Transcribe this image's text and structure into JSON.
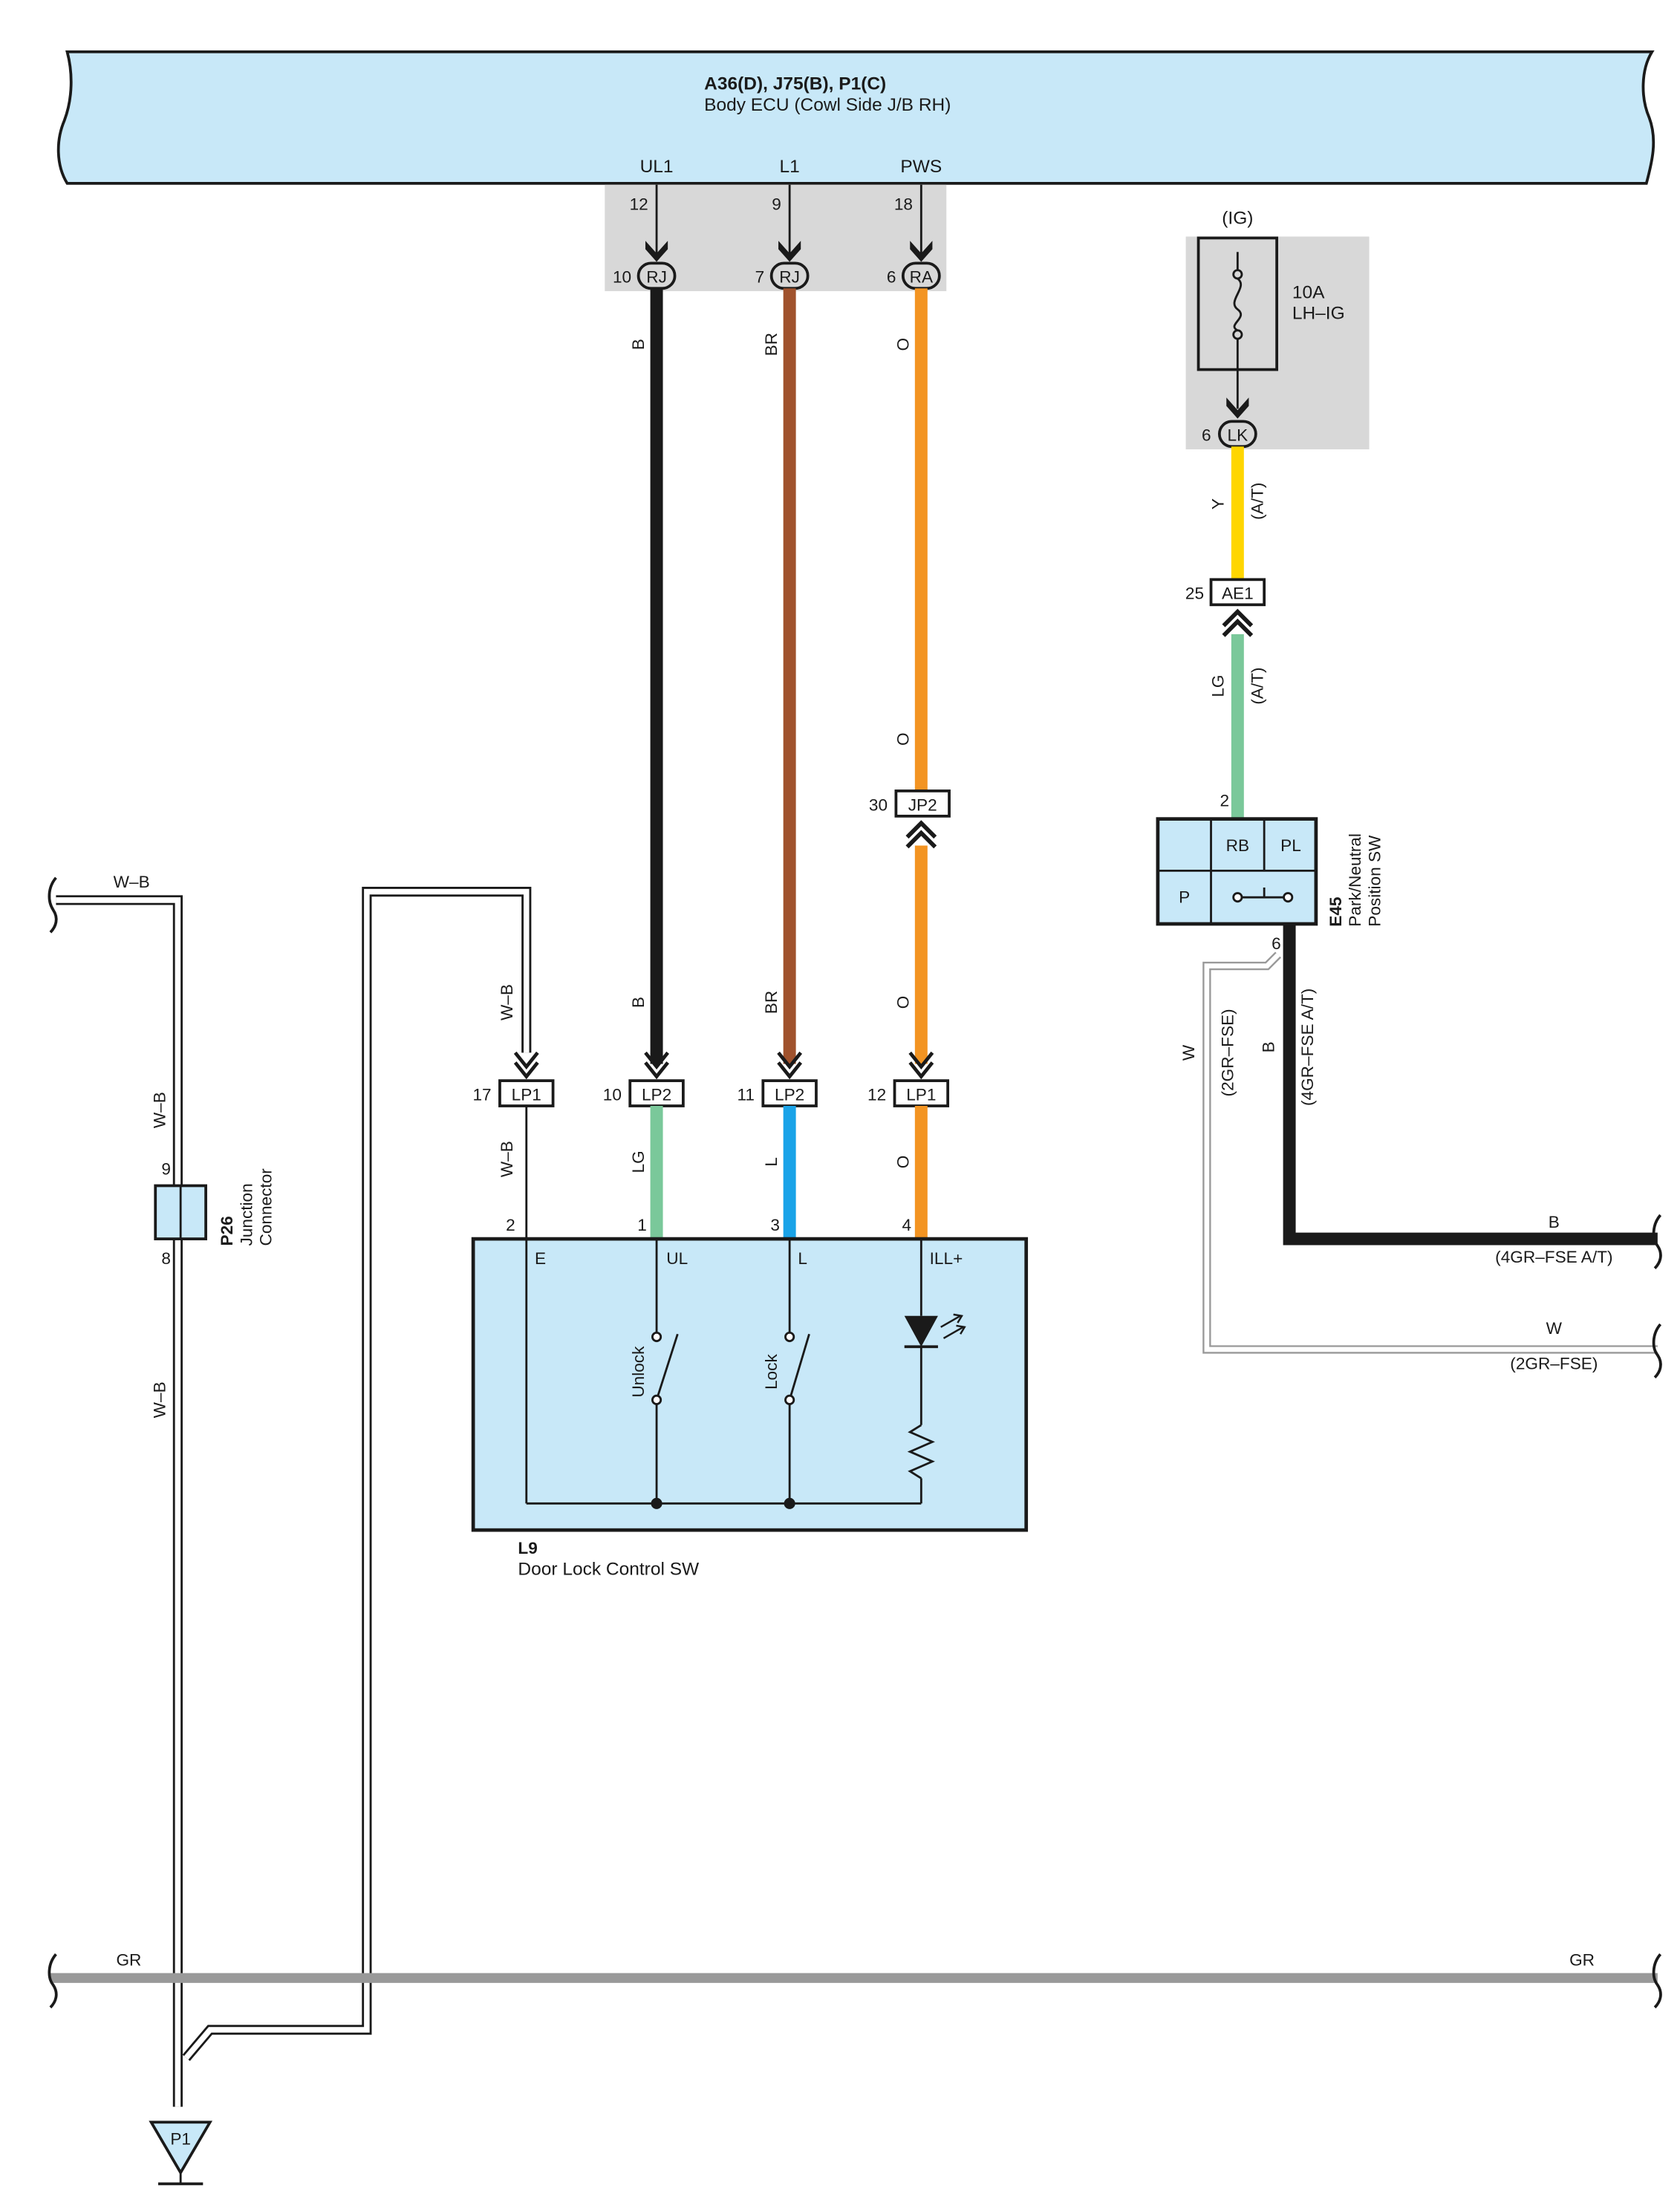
{
  "ecu": {
    "connectors": "A36(D), J75(B), P1(C)",
    "name": "Body ECU (Cowl Side J/B RH)",
    "pins": [
      {
        "label": "UL1",
        "num": "12",
        "conn": "RJ",
        "conn_pin": "10",
        "wire": "B"
      },
      {
        "label": "L1",
        "num": "9",
        "conn": "RJ",
        "conn_pin": "7",
        "wire": "BR"
      },
      {
        "label": "PWS",
        "num": "18",
        "conn": "RA",
        "conn_pin": "6",
        "wire": "O"
      }
    ]
  },
  "fuse": {
    "tag": "(IG)",
    "rating": "10A",
    "name": "LH–IG",
    "conn": "LK",
    "conn_pin": "6"
  },
  "wire_labels": {
    "y": "Y",
    "at": "(A/T)",
    "lg": "LG",
    "o": "O",
    "b": "B",
    "br": "BR",
    "l": "L",
    "wb": "W–B",
    "w": "W",
    "gr": "GR",
    "gr_fse": "(2GR–FSE)",
    "gr4_fse_at": "(4GR–FSE A/T)"
  },
  "junctions": {
    "ae1": {
      "name": "AE1",
      "pin": "25"
    },
    "jp2": {
      "name": "JP2",
      "pin": "30"
    },
    "lp1_a": {
      "name": "LP1",
      "pin": "17"
    },
    "lp2_a": {
      "name": "LP2",
      "pin": "10"
    },
    "lp2_b": {
      "name": "LP2",
      "pin": "11"
    },
    "lp1_b": {
      "name": "LP1",
      "pin": "12"
    }
  },
  "park_sw": {
    "id": "E45",
    "name1": "Park/Neutral",
    "name2": "Position SW",
    "cells": [
      "RB",
      "PL",
      "P"
    ],
    "pin_top": "2",
    "pin_bottom": "6"
  },
  "door_sw": {
    "id": "L9",
    "name": "Door Lock Control SW",
    "terminals": [
      {
        "pin": "2",
        "label": "E"
      },
      {
        "pin": "1",
        "label": "UL"
      },
      {
        "pin": "3",
        "label": "L"
      },
      {
        "pin": "4",
        "label": "ILL+"
      }
    ],
    "unlock": "Unlock",
    "lock": "Lock"
  },
  "junction_connector": {
    "id": "P26",
    "name1": "Junction",
    "name2": "Connector",
    "pin_top": "9",
    "pin_bottom": "8"
  },
  "ground": {
    "id": "P1"
  },
  "colors": {
    "ecu_fill": "#c8e8f8",
    "gray_box": "#d8d8d8",
    "black": "#1a1a1a",
    "brown": "#a0522d",
    "orange": "#f39422",
    "yellow": "#ffd600",
    "light_green": "#7ac89a",
    "blue": "#1aa3e8",
    "gray_wire": "#999999"
  }
}
